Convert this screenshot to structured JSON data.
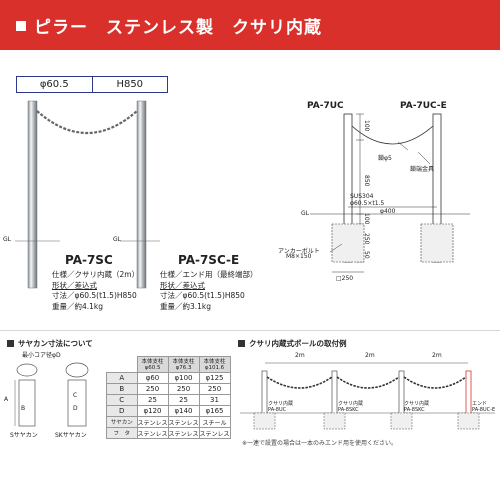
{
  "header": {
    "title": "ピラー　ステンレス製　クサリ内蔵"
  },
  "spec_box": {
    "diameter": "φ60.5",
    "height": "H850"
  },
  "left_drawing": {
    "gl_label": "GL"
  },
  "products": [
    {
      "model": "PA-7SC",
      "lines": [
        "仕様／クサリ内蔵（2m）",
        "形状／差込式",
        "寸法／φ60.5(t1.5)H850",
        "重量／約4.1kg"
      ]
    },
    {
      "model": "PA-7SC-E",
      "lines": [
        "仕様／エンド用（最終端部）",
        "形状／差込式",
        "寸法／φ60.5(t1.5)H850",
        "重量／約3.1kg"
      ]
    }
  ],
  "diagram": {
    "label_uc": "PA-7UC",
    "label_uce": "PA-7UC-E",
    "dim_100": "100",
    "dim_850": "850",
    "dim_100b": "100",
    "dim_250": "250",
    "dim_50": "50",
    "chain": "鎖φ5",
    "fitting": "鎖端金具",
    "material_1": "SUS304",
    "material_2": "φ60.5×t1.5",
    "spacing": "φ400",
    "gl": "GL",
    "anchor_1": "アンカーボルト",
    "anchor_2": "M8×150",
    "base": "□250"
  },
  "sayakan": {
    "title": "サヤカン寸法について",
    "core_label": "最小コア径φD",
    "table_headers": [
      "本体支柱 φ60.5",
      "本体支柱 φ76.3",
      "本体支柱 φ101.6"
    ],
    "rows": [
      {
        "label": "A",
        "values": [
          "φ60",
          "φ100",
          "φ125"
        ]
      },
      {
        "label": "B",
        "values": [
          "250",
          "250",
          "250"
        ]
      },
      {
        "label": "C",
        "values": [
          "25",
          "25",
          "31"
        ]
      },
      {
        "label": "D",
        "values": [
          "φ120",
          "φ140",
          "φ165"
        ]
      },
      {
        "label": "サヤカン",
        "values": [
          "ステンレス",
          "ステンレス",
          "スチール"
        ]
      },
      {
        "label": "フ　タ",
        "values": [
          "ステンレス",
          "ステンレス",
          "ステンレス"
        ]
      }
    ],
    "caption_s": "Sサヤカン",
    "caption_sk": "SKサヤカン",
    "letters": [
      "A",
      "B",
      "C",
      "D"
    ]
  },
  "install": {
    "title": "クサリ内蔵式ポールの取付例",
    "distances": [
      "2m",
      "2m",
      "2m"
    ],
    "posts": [
      {
        "line1": "クサリ内蔵",
        "line2": "PA-8UC"
      },
      {
        "line1": "クサリ内蔵",
        "line2": "PA-8SKC"
      },
      {
        "line1": "クサリ内蔵",
        "line2": "PA-8SKC"
      },
      {
        "line1": "エンド",
        "line2": "PA-8UC-E"
      }
    ],
    "note": "※一連で設置の場合は一本のみエンド用を使用ください。"
  },
  "colors": {
    "brand_red": "#d9302c",
    "navy": "#2d3a8c"
  }
}
